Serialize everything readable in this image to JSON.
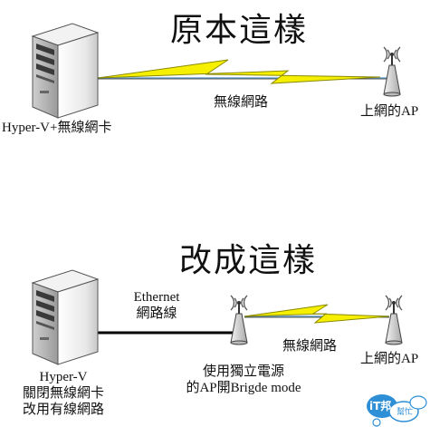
{
  "top": {
    "title": "原本這樣",
    "host_label": "Hyper-V+無線網卡",
    "link_label": "無線網路",
    "ap_label": "上網的AP"
  },
  "bottom": {
    "title": "改成這樣",
    "ethernet_label_line1": "Ethernet",
    "ethernet_label_line2": "網路線",
    "host_label_line1": "Hyper-V",
    "host_label_line2": "關閉無線網卡",
    "host_label_line3": "改用有線網路",
    "bridge_ap_label_line1": "使用獨立電源",
    "bridge_ap_label_line2": "的AP開Brigde mode",
    "wireless_label": "無線網路",
    "ap_label": "上網的AP"
  },
  "watermark": {
    "logo_text": "iT邦",
    "logo_subtext": "幫忙"
  },
  "colors": {
    "lightning_fill": "#f6f000",
    "lightning_stroke": "#8a8a00",
    "wireless_line": "#6aa6d4",
    "ethernet_line": "#000000",
    "watermark_blue": "#2f8fd6"
  }
}
